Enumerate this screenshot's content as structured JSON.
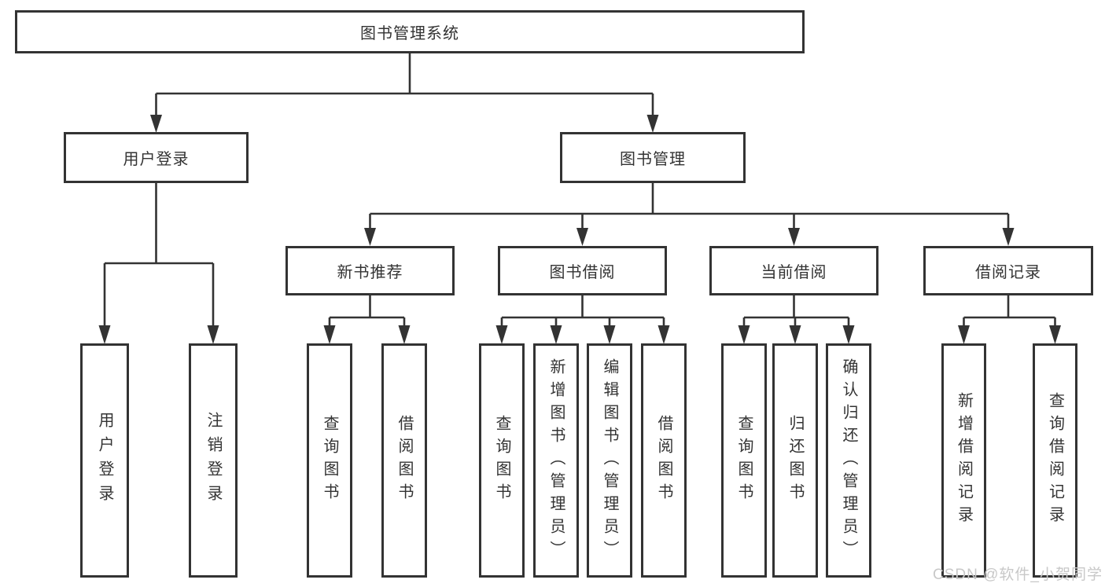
{
  "tree": {
    "root": {
      "label": "图书管理系统",
      "children": [
        {
          "label": "用户登录",
          "children": [
            {
              "label": "用户登录"
            },
            {
              "label": "注销登录"
            }
          ]
        },
        {
          "label": "图书管理",
          "children": [
            {
              "label": "新书推荐",
              "children": [
                {
                  "label": "查询图书"
                },
                {
                  "label": "借阅图书"
                }
              ]
            },
            {
              "label": "图书借阅",
              "children": [
                {
                  "label": "查询图书"
                },
                {
                  "label": "新增图书（管理员）"
                },
                {
                  "label": "编辑图书（管理员）"
                },
                {
                  "label": "借阅图书"
                }
              ]
            },
            {
              "label": "当前借阅",
              "children": [
                {
                  "label": "查询图书"
                },
                {
                  "label": "归还图书"
                },
                {
                  "label": "确认归还（管理员）"
                }
              ]
            },
            {
              "label": "借阅记录",
              "children": [
                {
                  "label": "新增借阅记录"
                },
                {
                  "label": "查询借阅记录"
                }
              ]
            }
          ]
        }
      ]
    }
  },
  "watermark": {
    "text": "CSDN @软件_小贺同学"
  },
  "colors": {
    "line": "#333333",
    "text": "#333333",
    "box_background": "#ffffff",
    "watermark": "#c8c8c8",
    "background": "#ffffff"
  }
}
